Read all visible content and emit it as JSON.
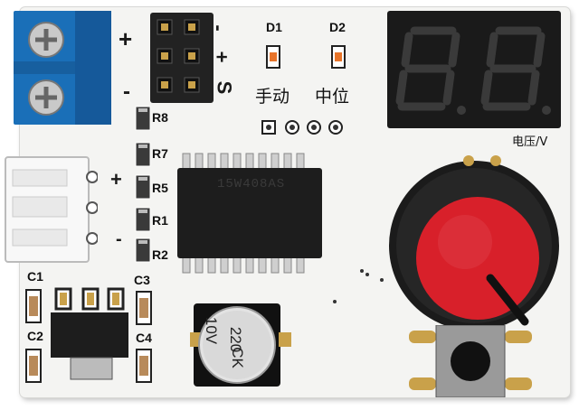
{
  "labels": {
    "plus_top": "+",
    "minus_top": "-",
    "header_minus": "-",
    "header_plus": "+",
    "header_s": "S",
    "d1": "D1",
    "d2": "D2",
    "manual": "手动",
    "middle": "中位",
    "voltage": "电压/V",
    "r8": "R8",
    "r7": "R7",
    "r5": "R5",
    "r1": "R1",
    "r2": "R2",
    "conn_plus": "+",
    "conn_minus": "-",
    "c1": "C1",
    "c2": "C2",
    "c3": "C3",
    "c4": "C4",
    "cap_text_1": "CK",
    "cap_text_2": "220",
    "cap_text_3": "10V",
    "chip_marking": "15W408AS"
  },
  "colors": {
    "terminal_block": "#1a6fb8",
    "knob": "#d8202a",
    "display_bg": "#1a1a1a",
    "led_orange": "#e8742a"
  },
  "icons": [
    "screw-terminal-icon",
    "pin-header-icon",
    "seven-segment-display-icon",
    "led-icon",
    "ic-chip-icon",
    "potentiometer-knob-icon",
    "capacitor-icon",
    "push-button-icon"
  ]
}
